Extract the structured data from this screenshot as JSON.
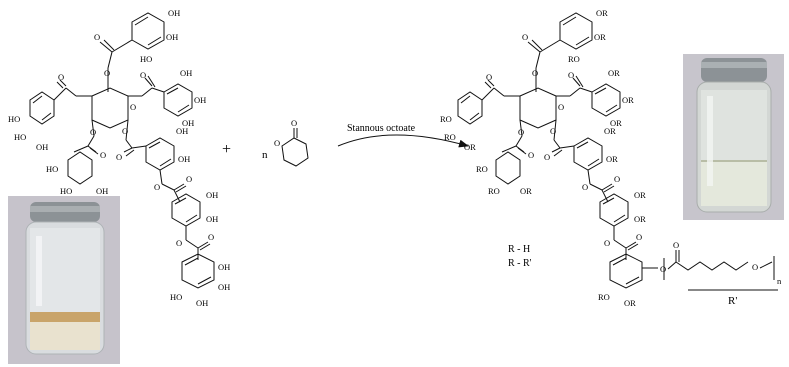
{
  "labels": {
    "oh": "OH",
    "ho": "HO",
    "or": "OR",
    "ro": "RO",
    "o": "O",
    "plus": "+",
    "n": "n",
    "catalyst": "Stannous octoate",
    "r_h": "R - H",
    "r_rprime": "R - R'",
    "rprime": "R'",
    "n_sub": "n"
  },
  "colors": {
    "line": "#111111",
    "vial_bg_left": "#cbc8cf",
    "vial_bg_right": "#c7c5cc",
    "sediment": "#c9a46a",
    "cap": "#8c9296"
  },
  "photos": [
    {
      "name": "vial-photo-before",
      "content": "glass vial with metal cap and yellowish sediment"
    },
    {
      "name": "vial-photo-after",
      "content": "glass vial with metal cap and clear liquid"
    }
  ]
}
